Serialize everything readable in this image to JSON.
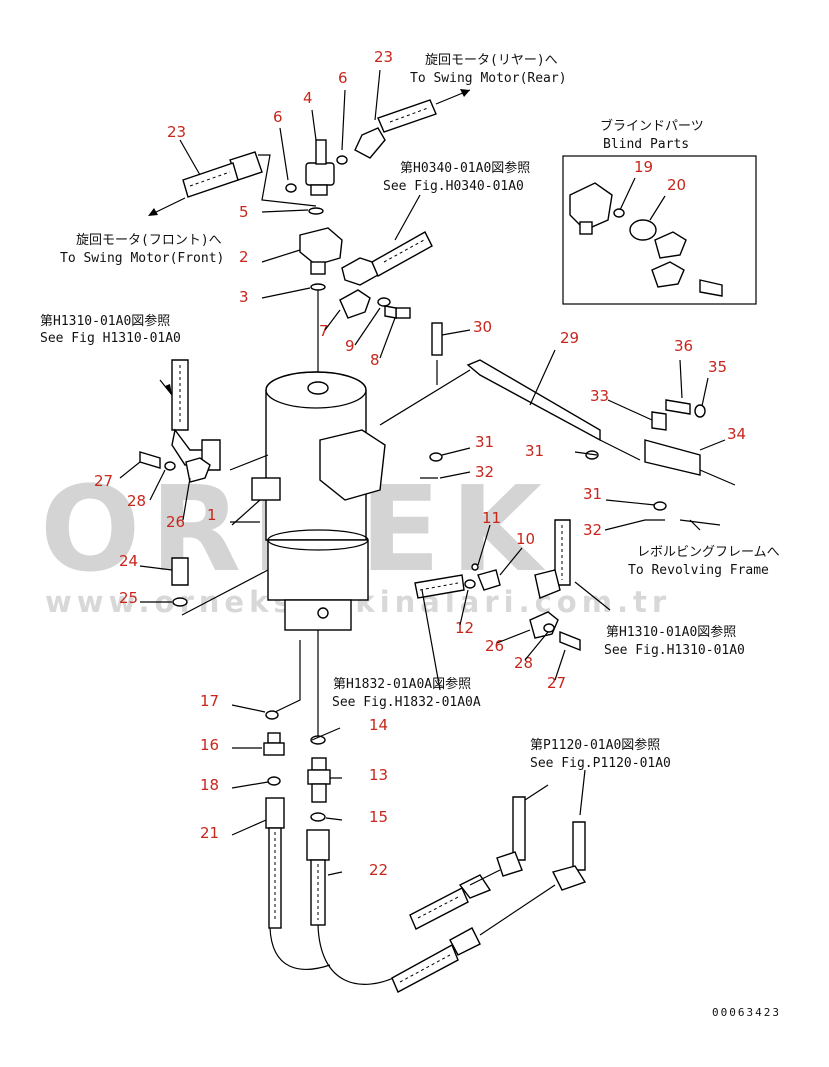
{
  "watermark": {
    "brand": "ORNEK",
    "url": "www.orneksmakinalari.com.tr",
    "accent_color": "#f2c744"
  },
  "drawing_code": "00063423",
  "annotations": {
    "swing_rear_jp": "旋回モータ(リヤー)へ",
    "swing_rear_en": "To Swing Motor(Rear)",
    "swing_front_jp": "旋回モータ(フロント)へ",
    "swing_front_en": "To Swing Motor(Front)",
    "fig_h0340_jp": "第H0340-01A0図参照",
    "fig_h0340_en": "See Fig.H0340-01A0",
    "blind_jp": "ブラインドパーツ",
    "blind_en": "Blind Parts",
    "fig_h1310_a_jp": "第H1310-01A0図参照",
    "fig_h1310_a_en": "See Fig H1310-01A0",
    "revolving_jp": "レボルビングフレームへ",
    "revolving_en": "To Revolving Frame",
    "fig_h1310_b_jp": "第H1310-01A0図参照",
    "fig_h1310_b_en": "See Fig.H1310-01A0",
    "fig_h1832_jp": "第H1832-01A0A図参照",
    "fig_h1832_en": "See Fig.H1832-01A0A",
    "fig_p1120_jp": "第P1120-01A0図参照",
    "fig_p1120_en": "See Fig.P1120-01A0"
  },
  "part_numbers": {
    "p23a": "23",
    "p6a": "6",
    "p4": "4",
    "p23b": "23",
    "p6b": "6",
    "p5": "5",
    "p2": "2",
    "p3": "3",
    "p7": "7",
    "p9": "9",
    "p8": "8",
    "p30": "30",
    "p29": "29",
    "p19": "19",
    "p20": "20",
    "p36": "36",
    "p35": "35",
    "p33": "33",
    "p34": "34",
    "p31a": "31",
    "p32a": "32",
    "p31b": "31",
    "p31c": "31",
    "p32b": "32",
    "p27a": "27",
    "p28a": "28",
    "p26a": "26",
    "p1": "1",
    "p11": "11",
    "p10": "10",
    "p12": "12",
    "p26b": "26",
    "p28b": "28",
    "p27b": "27",
    "p24": "24",
    "p25": "25",
    "p17": "17",
    "p14": "14",
    "p16": "16",
    "p13": "13",
    "p18": "18",
    "p15": "15",
    "p21": "21",
    "p22": "22"
  }
}
